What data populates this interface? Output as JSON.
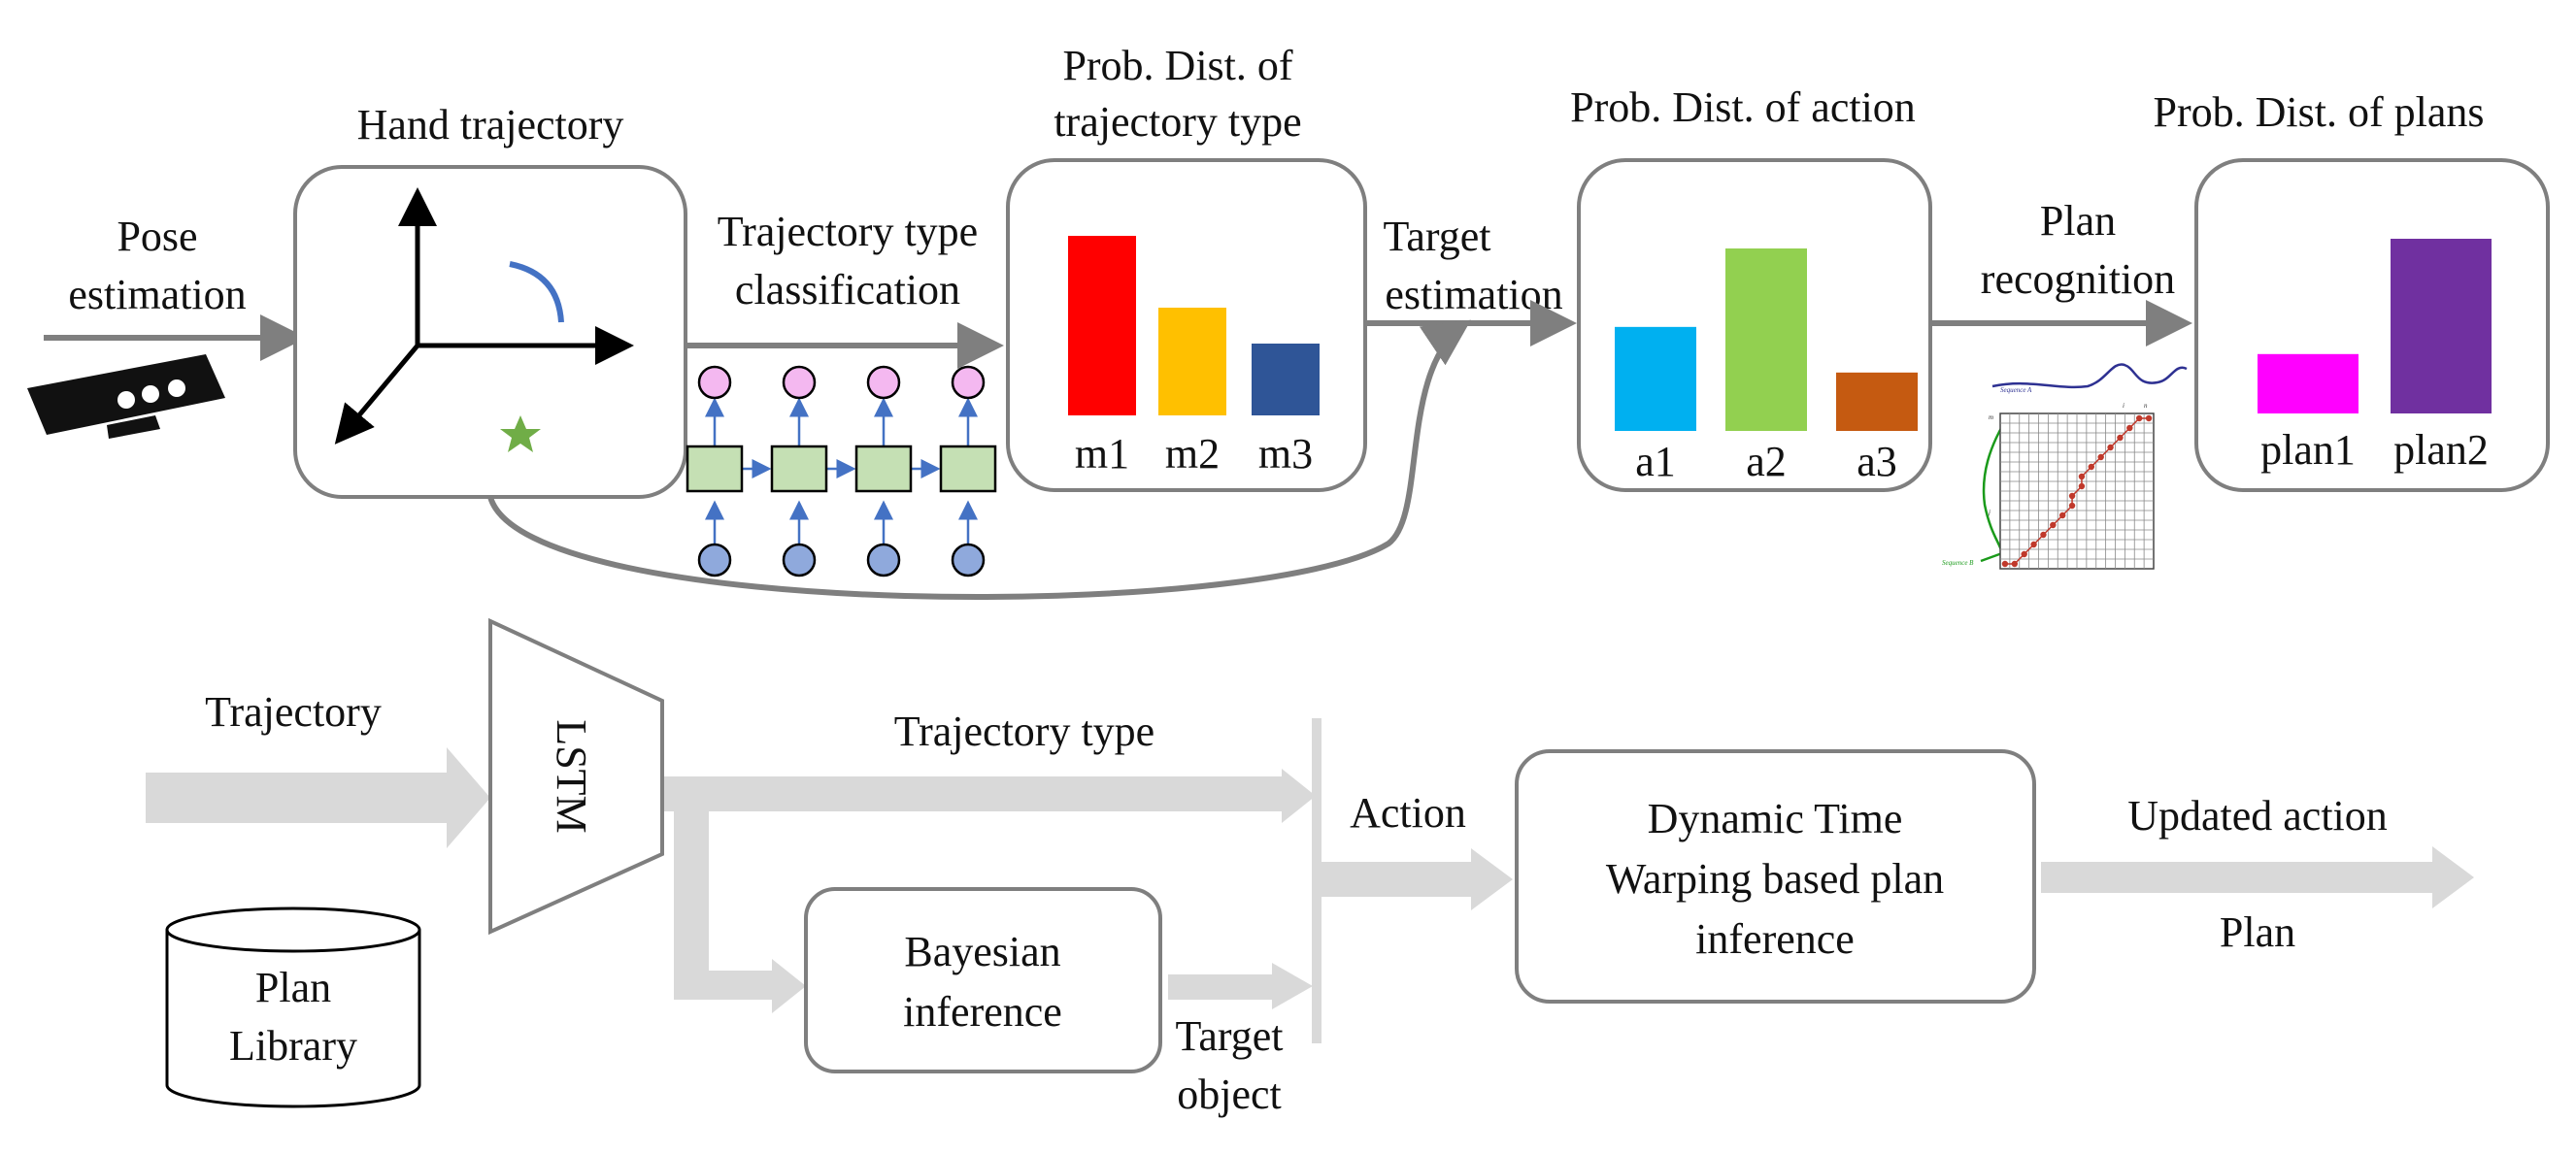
{
  "pipeline": {
    "pose_estimation": [
      "Pose",
      "estimation"
    ],
    "hand_trajectory": "Hand trajectory",
    "traj_classification": [
      "Trajectory type",
      "classification"
    ],
    "prob_traj_type": [
      "Prob. Dist. of",
      "trajectory type"
    ],
    "target_estimation": [
      "Target",
      "estimation"
    ],
    "prob_action": "Prob. Dist. of action",
    "plan_recognition": [
      "Plan",
      "recognition"
    ],
    "prob_plans": "Prob. Dist. of  plans"
  },
  "bars_traj": {
    "labels": [
      "m1",
      "m2",
      "m3"
    ],
    "values": [
      1.0,
      0.6,
      0.4
    ],
    "colors": [
      "#ff0000",
      "#ffc000",
      "#2f5597"
    ]
  },
  "bars_action": {
    "labels": [
      "a1",
      "a2",
      "a3"
    ],
    "values": [
      0.57,
      1.0,
      0.32
    ],
    "colors": [
      "#00b0f0",
      "#92d050",
      "#c55a11"
    ]
  },
  "bars_plans": {
    "labels": [
      "plan1",
      "plan2"
    ],
    "values": [
      0.34,
      1.0
    ],
    "colors": [
      "#ff00ff",
      "#7030a0"
    ]
  },
  "dtw_inset": {
    "sequence_a": "Sequence A",
    "sequence_b": "Sequence B",
    "axis_i": "i",
    "axis_j": "j",
    "axis_m": "m",
    "axis_n": "n"
  },
  "flow": {
    "trajectory": "Trajectory",
    "lstm": "LSTM",
    "trajectory_type": "Trajectory type",
    "action": "Action",
    "dtw_box": [
      "Dynamic Time",
      "Warping based plan",
      "inference"
    ],
    "updated_action": "Updated action",
    "plan": "Plan",
    "bayesian": [
      "Bayesian",
      "inference"
    ],
    "target_object": [
      "Target",
      "object"
    ],
    "plan_library": [
      "Plan",
      "Library"
    ]
  },
  "colors": {
    "line_gray": "#7f7f7f",
    "box_stroke": "#7f7f7f",
    "light_arrow": "#d9d9d9",
    "lstm_cell": "#c5e0b4",
    "output_node": "#f4b8f0",
    "input_node": "#8fa9dc",
    "link_blue": "#4472c4",
    "star_green": "#70ad47",
    "dtw_path": "#c0392b"
  }
}
